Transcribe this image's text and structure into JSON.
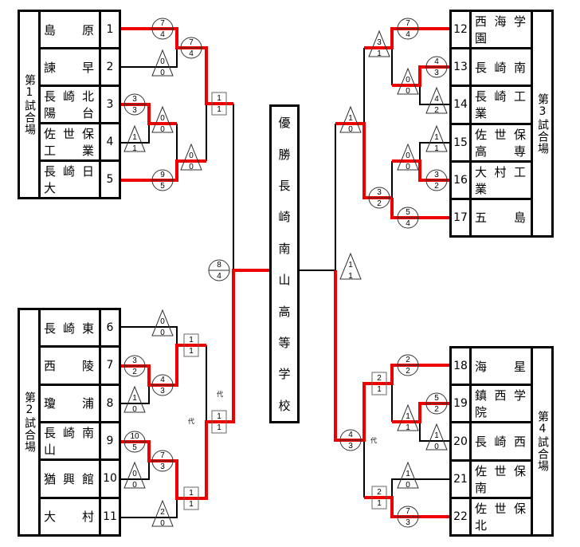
{
  "colors": {
    "winner_line": "#ee0000",
    "line": "#000000"
  },
  "champion": {
    "label": [
      "優",
      "勝"
    ],
    "team": [
      "長",
      "崎",
      "南",
      "山",
      "高",
      "等",
      "学",
      "校"
    ]
  },
  "venues": [
    {
      "label": "第1試合場",
      "teams": [
        {
          "no": "1",
          "name": "島原"
        },
        {
          "no": "2",
          "name": "諫早"
        },
        {
          "no": "3",
          "name": "長崎北陽台"
        },
        {
          "no": "4",
          "name": "佐世保工業"
        },
        {
          "no": "5",
          "name": "長崎日大"
        }
      ]
    },
    {
      "label": "第2試合場",
      "teams": [
        {
          "no": "6",
          "name": "長崎東"
        },
        {
          "no": "7",
          "name": "西陵"
        },
        {
          "no": "8",
          "name": "瓊浦"
        },
        {
          "no": "9",
          "name": "長崎南山"
        },
        {
          "no": "10",
          "name": "猶興館"
        },
        {
          "no": "11",
          "name": "大村"
        }
      ]
    },
    {
      "label": "第3試合場",
      "teams": [
        {
          "no": "12",
          "name": "西海学園"
        },
        {
          "no": "13",
          "name": "長崎南"
        },
        {
          "no": "14",
          "name": "長崎工業"
        },
        {
          "no": "15",
          "name": "佐世保高専"
        },
        {
          "no": "16",
          "name": "大村工業"
        },
        {
          "no": "17",
          "name": "五島"
        }
      ]
    },
    {
      "label": "第4試合場",
      "teams": [
        {
          "no": "18",
          "name": "海星"
        },
        {
          "no": "19",
          "name": "鎮西学院"
        },
        {
          "no": "20",
          "name": "長崎西"
        },
        {
          "no": "21",
          "name": "佐世保南"
        },
        {
          "no": "22",
          "name": "佐世保北"
        }
      ]
    }
  ],
  "substitute_mark": "代",
  "scores": [
    {
      "shape": "circle",
      "top": "7",
      "bottom": "4"
    },
    {
      "shape": "triangle",
      "top": "0",
      "bottom": "0"
    },
    {
      "shape": "circle",
      "top": "7",
      "bottom": "4"
    },
    {
      "shape": "circle",
      "top": "3",
      "bottom": "3"
    },
    {
      "shape": "triangle",
      "top": "1",
      "bottom": "1"
    },
    {
      "shape": "triangle",
      "top": "0",
      "bottom": "0"
    },
    {
      "shape": "circle",
      "top": "9",
      "bottom": "5"
    },
    {
      "shape": "triangle",
      "top": "0",
      "bottom": "0"
    },
    {
      "shape": "square",
      "top": "1",
      "bottom": "1"
    },
    {
      "shape": "circle",
      "top": "8",
      "bottom": "4"
    },
    {
      "shape": "triangle",
      "top": "0",
      "bottom": "0"
    },
    {
      "shape": "circle",
      "top": "3",
      "bottom": "2"
    },
    {
      "shape": "triangle",
      "top": "1",
      "bottom": "0"
    },
    {
      "shape": "circle",
      "top": "4",
      "bottom": "3"
    },
    {
      "shape": "square",
      "top": "1",
      "bottom": "1"
    },
    {
      "shape": "circle",
      "top": "10",
      "bottom": "5"
    },
    {
      "shape": "triangle",
      "top": "0",
      "bottom": "0"
    },
    {
      "shape": "circle",
      "top": "7",
      "bottom": "3"
    },
    {
      "shape": "triangle",
      "top": "2",
      "bottom": "0"
    },
    {
      "shape": "square",
      "top": "1",
      "bottom": "1"
    },
    {
      "shape": "square",
      "top": "1",
      "bottom": "1"
    },
    {
      "shape": "triangle",
      "top": "1",
      "bottom": "1"
    },
    {
      "shape": "triangle",
      "top": "1",
      "bottom": "0"
    },
    {
      "shape": "triangle",
      "top": "3",
      "bottom": "1"
    },
    {
      "shape": "circle",
      "top": "7",
      "bottom": "4"
    },
    {
      "shape": "triangle",
      "top": "0",
      "bottom": "0"
    },
    {
      "shape": "circle",
      "top": "4",
      "bottom": "3"
    },
    {
      "shape": "triangle",
      "top": "4",
      "bottom": "2"
    },
    {
      "shape": "triangle",
      "top": "1",
      "bottom": "1"
    },
    {
      "shape": "triangle",
      "top": "0",
      "bottom": "0"
    },
    {
      "shape": "circle",
      "top": "3",
      "bottom": "2"
    },
    {
      "shape": "circle",
      "top": "3",
      "bottom": "2"
    },
    {
      "shape": "circle",
      "top": "5",
      "bottom": "4"
    },
    {
      "shape": "circle",
      "top": "4",
      "bottom": "3"
    },
    {
      "shape": "square",
      "top": "2",
      "bottom": "1"
    },
    {
      "shape": "circle",
      "top": "2",
      "bottom": "2"
    },
    {
      "shape": "triangle",
      "top": "1",
      "bottom": "1"
    },
    {
      "shape": "circle",
      "top": "5",
      "bottom": "2"
    },
    {
      "shape": "triangle",
      "top": "1",
      "bottom": "0"
    },
    {
      "shape": "square",
      "top": "2",
      "bottom": "1"
    },
    {
      "shape": "triangle",
      "top": "1",
      "bottom": "0"
    },
    {
      "shape": "circle",
      "top": "7",
      "bottom": "3"
    }
  ]
}
